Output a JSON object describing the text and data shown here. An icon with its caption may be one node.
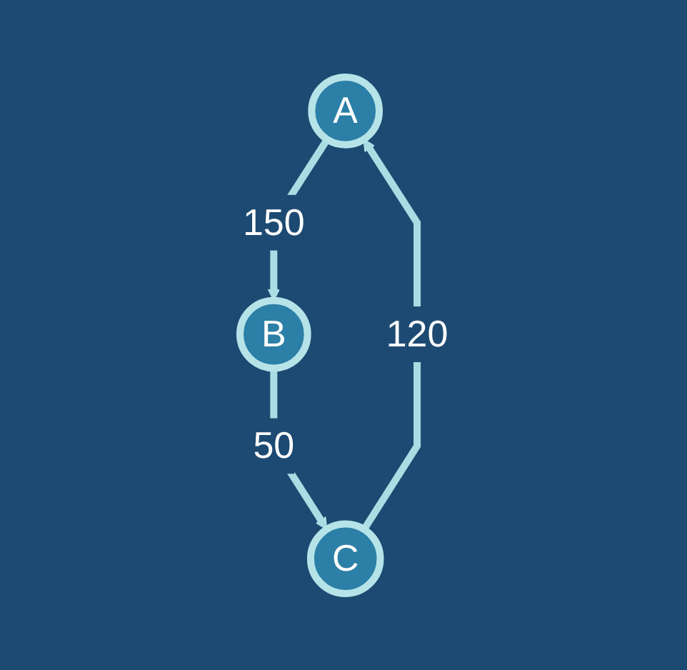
{
  "diagram": {
    "nodes": [
      {
        "text": [
          "A"
        ]
      },
      {
        "text": [
          "B"
        ]
      },
      {
        "text": [
          "C"
        ]
      }
    ],
    "edges": [
      {
        "from": 0,
        "to": 1,
        "arrow": "to",
        "label": "150"
      },
      {
        "from": 1,
        "to": 2,
        "arrow": "to",
        "label": "50"
      },
      {
        "from": 2,
        "to": 0,
        "arrow": "to",
        "label": "120"
      }
    ]
  }
}
